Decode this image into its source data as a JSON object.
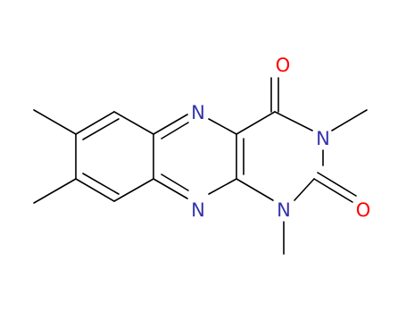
{
  "molecule": {
    "atoms": [
      {
        "id": "N5",
        "element": "N",
        "label": "N"
      },
      {
        "id": "N10",
        "element": "N",
        "label": "N"
      },
      {
        "id": "N3",
        "element": "N",
        "label": "N"
      },
      {
        "id": "N1",
        "element": "N",
        "label": "N"
      },
      {
        "id": "O4",
        "element": "O",
        "label": "O"
      },
      {
        "id": "O2",
        "element": "O",
        "label": "O"
      }
    ],
    "colors": {
      "bond": "#000000",
      "nitrogen": "#3333aa",
      "oxygen": "#ff0000"
    }
  }
}
